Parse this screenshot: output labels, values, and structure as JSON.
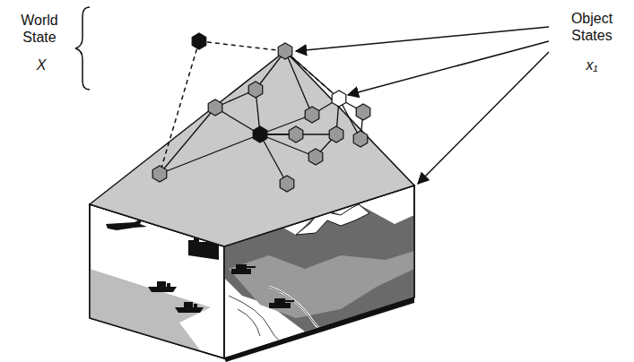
{
  "diagram": {
    "labels": [
      "World State",
      "X",
      "Object States",
      "x₁"
    ]
  }
}
